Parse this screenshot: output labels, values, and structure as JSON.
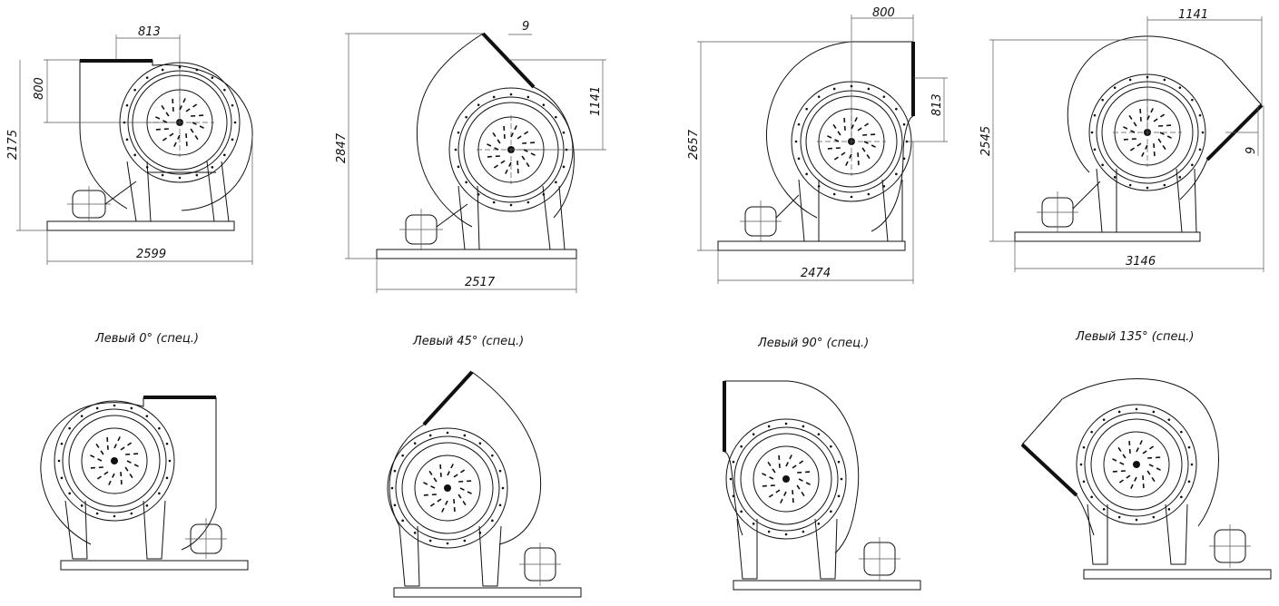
{
  "captions": [
    "Левый 0° (спец.)",
    "Левый 45° (спец.)",
    "Левый 90° (спец.)",
    "Левый 135° (спец.)"
  ],
  "views": [
    {
      "name": "left-0",
      "dims": {
        "outlet": "813",
        "outlet_h": "800",
        "height": "2175",
        "width": "2599"
      }
    },
    {
      "name": "left-45",
      "dims": {
        "gap": "9",
        "outlet": "1141",
        "height": "2847",
        "width": "2517"
      }
    },
    {
      "name": "left-90",
      "dims": {
        "outlet": "800",
        "outlet_h": "813",
        "height": "2657",
        "width": "2474"
      }
    },
    {
      "name": "left-135",
      "dims": {
        "outlet": "1141",
        "gap": "9",
        "height": "2545",
        "width": "3146"
      }
    }
  ]
}
